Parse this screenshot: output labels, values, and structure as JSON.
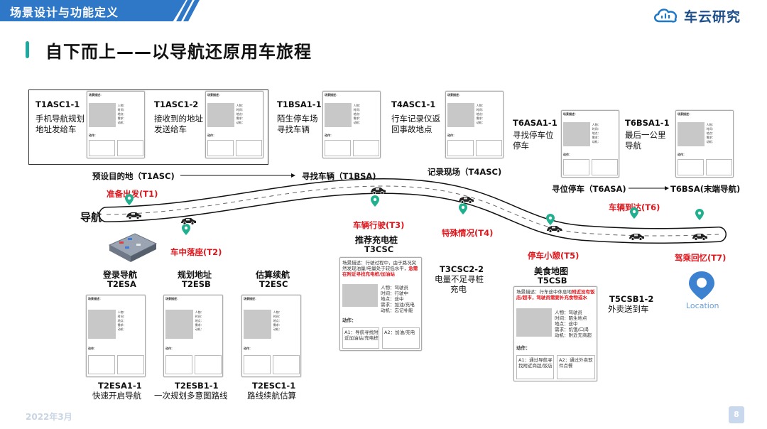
{
  "header": {
    "section_title": "场景设计与功能定义",
    "logo_text": "车云研究"
  },
  "main_title": "自下而上——以导航还原用车旅程",
  "footer": {
    "date": "2022年3月",
    "page": "8"
  },
  "road_label": "导航",
  "top_scenarios": [
    {
      "code": "T1ASC1-1",
      "name_lines": [
        "手机导航规划",
        "地址发给车"
      ]
    },
    {
      "code": "T1ASC1-2",
      "name_lines": [
        "接收到的地址",
        "发送给车"
      ]
    },
    {
      "code": "T1BSA1-1",
      "name_lines": [
        "陌生停车场",
        "寻找车辆"
      ]
    },
    {
      "code": "T4ASC1-1",
      "name_lines": [
        "行车记录仪返",
        "回事故地点"
      ]
    },
    {
      "code": "T6ASA1-1",
      "name_lines": [
        "寻找停车位",
        "停车"
      ]
    },
    {
      "code": "T6BSA1-1",
      "name_lines": [
        "最后一公里",
        "导航"
      ]
    }
  ],
  "top_flow": [
    {
      "text": "预设目的地（T1ASC)"
    },
    {
      "text": "寻找车辆（T1BSA)"
    },
    {
      "text": "记录现场（T4ASC)"
    },
    {
      "text": "寻位停车（T6ASA)"
    },
    {
      "text": "T6BSA(末端导航)"
    }
  ],
  "stages": [
    {
      "label": "准备出发(T1)"
    },
    {
      "label": "车中落座(T2)"
    },
    {
      "label": "车辆行驶(T3)"
    },
    {
      "label": "特殊情况(T4)"
    },
    {
      "label": "停车小憩(T5)"
    },
    {
      "label": "车辆到达(T6)"
    },
    {
      "label": "驾乘回忆(T7)"
    }
  ],
  "bottom_scenes": [
    {
      "title": "登录导航",
      "code": "T2ESA",
      "sub_code": "T2ESA1-1",
      "sub_name": "快速开启导航"
    },
    {
      "title": "规划地址",
      "code": "T2ESB",
      "sub_code": "T2ESB1-1",
      "sub_name": "一次规划多意图路线"
    },
    {
      "title": "估算续航",
      "code": "T2ESC",
      "sub_code": "T2ESC1-1",
      "sub_name": "路线续航估算"
    },
    {
      "title": "推荐充电桩",
      "code": "T3CSC"
    },
    {
      "title": "美食地图",
      "code": "T5CSB"
    }
  ],
  "side_scenarios": [
    {
      "code": "T3CSC2-2",
      "lines": [
        "电量不足寻桩",
        "充电"
      ]
    },
    {
      "code": "T5CSB1-2",
      "lines": [
        "外卖送到车"
      ]
    }
  ],
  "location_label": "Location",
  "card_labels": {
    "scene_desc": "场景描述：",
    "person": "人物：",
    "time": "时间：",
    "place": "地点：",
    "need": "需求：",
    "motive": "动机：",
    "action": "动作："
  },
  "big_cards": {
    "t3csc": {
      "desc_prefix": "场景描述：行驶过程中，由于路况突然发现油量/电量处于较低水平，",
      "desc_red": "急需在附近寻找充电桩/加油站",
      "person": "人物：驾驶员",
      "time": "时间：行驶中",
      "place": "地点：途中",
      "need": "需求：加油/充电",
      "motive": "动机：忘记补能",
      "action": "动作：",
      "a1": "A1：导航寻找附近加油站/充电桩",
      "a2": "A2：加油/充电"
    },
    "t5csb": {
      "desc_prefix": "场景描述：行车途中休息地",
      "desc_red": "附近没有饭店/超市，驾驶员需要补充食物或水",
      "person": "人物：驾驶员",
      "time": "时间：陌生地点",
      "place": "地点：途中",
      "need": "需求：饥饿/口渴",
      "motive": "动机：附近无商超",
      "action": "动作：",
      "a1": "A1：通过导航寻找附近商超/饭店",
      "a2": "A2：通过外卖软件点餐"
    }
  },
  "colors": {
    "brand_blue": "#2f78c8",
    "accent_teal": "#1fa8a0",
    "stage_red": "#e0151b",
    "pin_green": "#20b08f"
  }
}
